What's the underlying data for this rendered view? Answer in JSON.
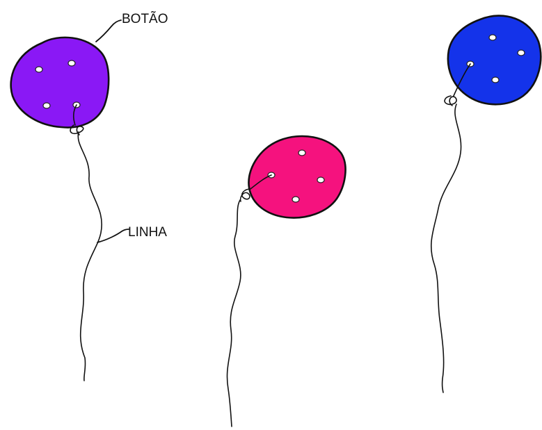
{
  "labels": {
    "button": "BOTÃO",
    "thread": "LINHA"
  },
  "balloons": [
    {
      "id": "purple",
      "color": "#8a18f5",
      "holes": 4
    },
    {
      "id": "pink",
      "color": "#f5127e",
      "holes": 4
    },
    {
      "id": "blue",
      "color": "#1433ea",
      "holes": 4
    }
  ]
}
